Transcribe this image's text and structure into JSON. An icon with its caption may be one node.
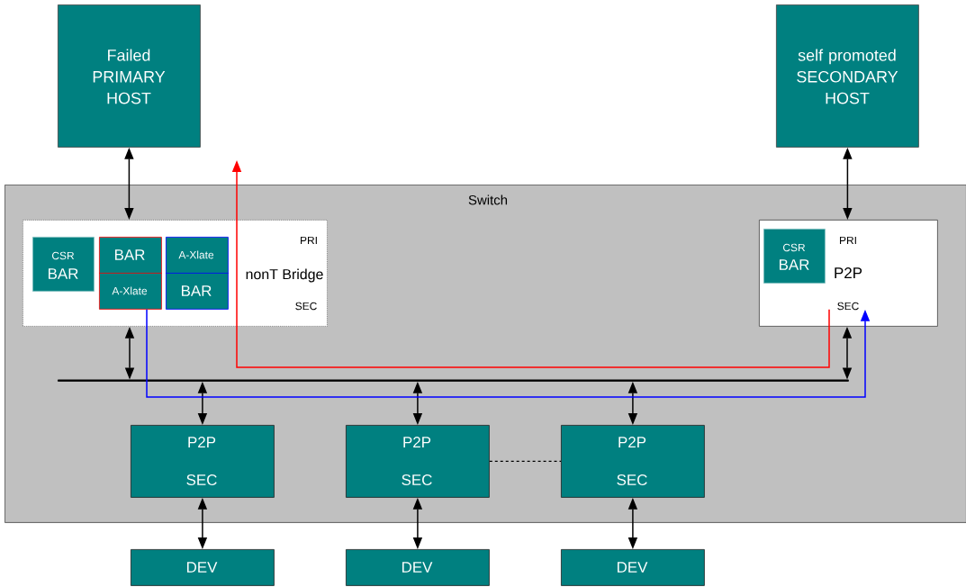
{
  "diagram": {
    "nodes": [
      {
        "text": [
          "Failed PRIMARY HOST"
        ]
      },
      {
        "text": [
          "self promoted SECONDARY HOST"
        ]
      },
      {
        "text": [
          "Switch"
        ]
      },
      {
        "text": [
          "PRI",
          "nonT Bridge",
          "SEC"
        ],
        "in": 2
      },
      {
        "text": [
          "CSR",
          "BAR"
        ],
        "in": 3
      },
      {
        "text": [
          "BAR",
          "A-Xlate"
        ],
        "in": 3
      },
      {
        "text": [
          "A-Xlate",
          "BAR"
        ],
        "in": 3
      },
      {
        "text": [
          "PRI",
          "P2P",
          "SEC"
        ],
        "in": 2
      },
      {
        "text": [
          "CSR",
          "BAR"
        ],
        "in": 7
      },
      {
        "text": [],
        "shape": "bar",
        "in": 2
      },
      {
        "text": [
          "P2P",
          "SEC"
        ],
        "in": 2
      },
      {
        "text": [
          "P2P",
          "SEC"
        ],
        "in": 2
      },
      {
        "text": [
          "P2P",
          "SEC"
        ],
        "in": 2
      },
      {
        "text": [
          "DEV"
        ]
      },
      {
        "text": [
          "DEV"
        ]
      },
      {
        "text": [
          "DEV"
        ]
      }
    ],
    "edges": [
      {
        "from": 0,
        "to": 3,
        "arrow": "both"
      },
      {
        "from": 1,
        "to": 7,
        "arrow": "both"
      },
      {
        "from": 3,
        "to": 9,
        "arrow": "both"
      },
      {
        "from": 7,
        "to": 9,
        "arrow": "both"
      },
      {
        "from": 9,
        "to": 10,
        "arrow": "both"
      },
      {
        "from": 9,
        "to": 11,
        "arrow": "both"
      },
      {
        "from": 9,
        "to": 12,
        "arrow": "both"
      },
      {
        "from": 10,
        "to": 13,
        "arrow": "both"
      },
      {
        "from": 11,
        "to": 14,
        "arrow": "both"
      },
      {
        "from": 12,
        "to": 15,
        "arrow": "both"
      },
      {
        "from": 11,
        "to": 12,
        "arrow": "none",
        "style": "dashed"
      },
      {
        "from": 7,
        "to": null,
        "arrow": "to",
        "color": "#ff0000"
      },
      {
        "from": 5,
        "to": 7,
        "arrow": "to",
        "color": "#0000ff"
      }
    ]
  }
}
